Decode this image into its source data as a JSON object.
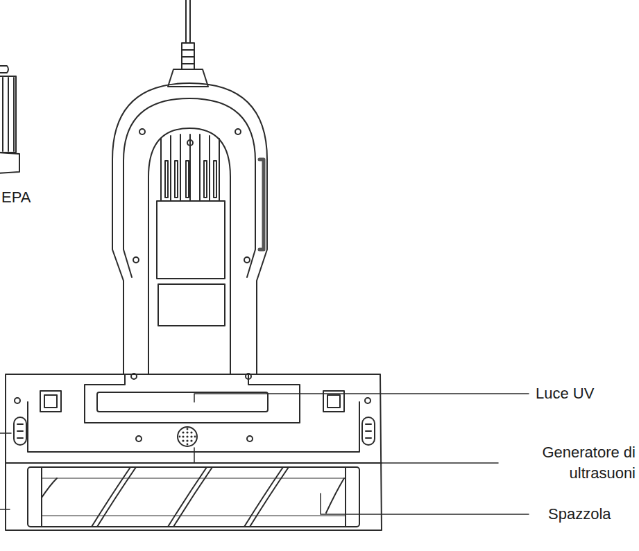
{
  "diagram": {
    "labels": [
      "EPA",
      "Luce UV",
      "Generatore di ultrasuoni",
      "Spazzola"
    ]
  }
}
